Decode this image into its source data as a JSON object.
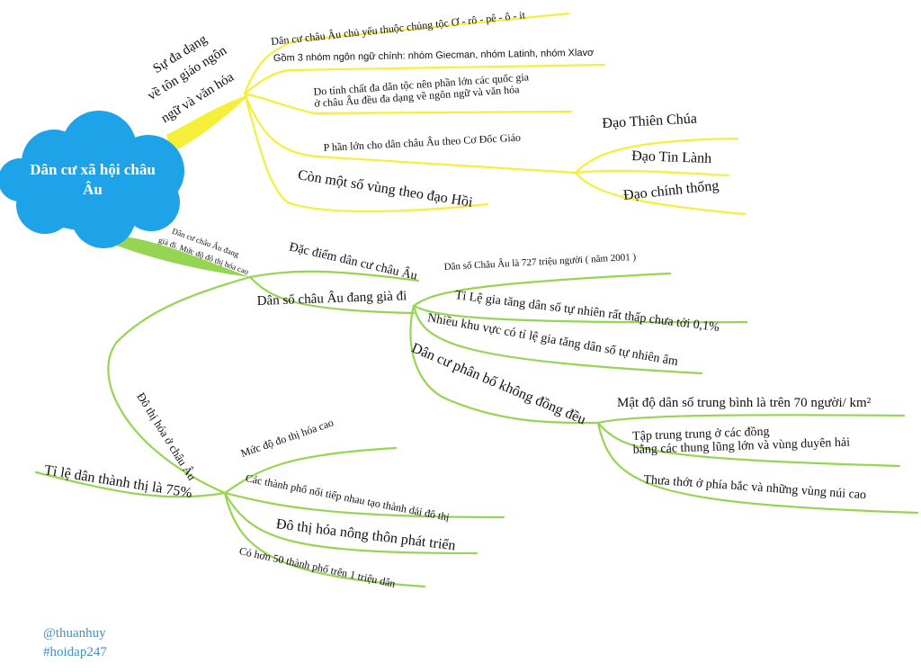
{
  "center": {
    "title": "Dân cư xã hội châu Âu"
  },
  "branches": {
    "diversity": {
      "label": "Sự đa dạng về tôn giáo, ngôn ngữ và văn hóa",
      "lines": [
        "Sự đa dạng",
        "về tôn giáo  ngôn",
        "ngữ và văn hóa"
      ],
      "items": [
        "Dân cư châu Âu chủ yếu thuộc chủng tộc Ơ - rô - pê - ô - it",
        "Gồm 3 nhóm ngôn ngữ chính: nhóm Giecman, nhóm Latinh, nhóm Xlavơ",
        "Do tính chất đa dân tộc nên phần lớn các quốc gia\nở châu Âu đều đa dạng về ngôn ngữ và văn hóa",
        "P hần lớn cho dân châu Âu theo Cơ Đốc Giáo",
        "Còn một số vùng theo đạo Hồi"
      ],
      "religions": [
        "Đạo Thiên Chúa",
        "Đạo Tin Lành",
        "Đạo chính thống"
      ]
    },
    "population": {
      "label_lines": [
        "Dân cư châu Âu đang",
        "già đi. Mức độ đô thị hóa cao"
      ],
      "characteristics": "Đặc điểm dân cư châu Âu",
      "aging": "Dân số châu Âu đang già đi",
      "items": [
        "Dân số Châu  Âu là 727 triệu người ( năm 2001 )",
        "Tỉ Lệ gia tăng dân số tự nhiên rất thấp chưa tới 0,1%",
        "Nhiều khu vực có tỉ lệ gia tăng dân số tự nhiên âm",
        "Dân cư phân bố không đồng đều"
      ],
      "distribution": [
        "Mật độ dân số trung bình là  trên 70 người/ km²",
        "Tập trung trung ở các đồng\nbằng các thung lũng lớn và vùng duyên hải",
        "Thưa thớt ở phía bắc và những vùng núi cao"
      ]
    },
    "urbanization": {
      "label": "Đô thị hóa ở châu Âu",
      "ratio": "Tỉ lệ dân thành thị là 75%",
      "items": [
        "Mức độ đo thị hóa cao",
        "Các thành phố nối tiếp nhau tạo thành dải đô thị",
        "Đô thị hóa nông thôn phát triển",
        "Có hơn 50 thành phố trên 1 triệu dân"
      ]
    }
  },
  "credits": [
    "@thuanhuy",
    "#hoidap247"
  ],
  "colors": {
    "cloud": "#1fa3e8",
    "yellow": "#f5ef3a",
    "green": "#96d552",
    "credit": "#3b8fd6"
  }
}
